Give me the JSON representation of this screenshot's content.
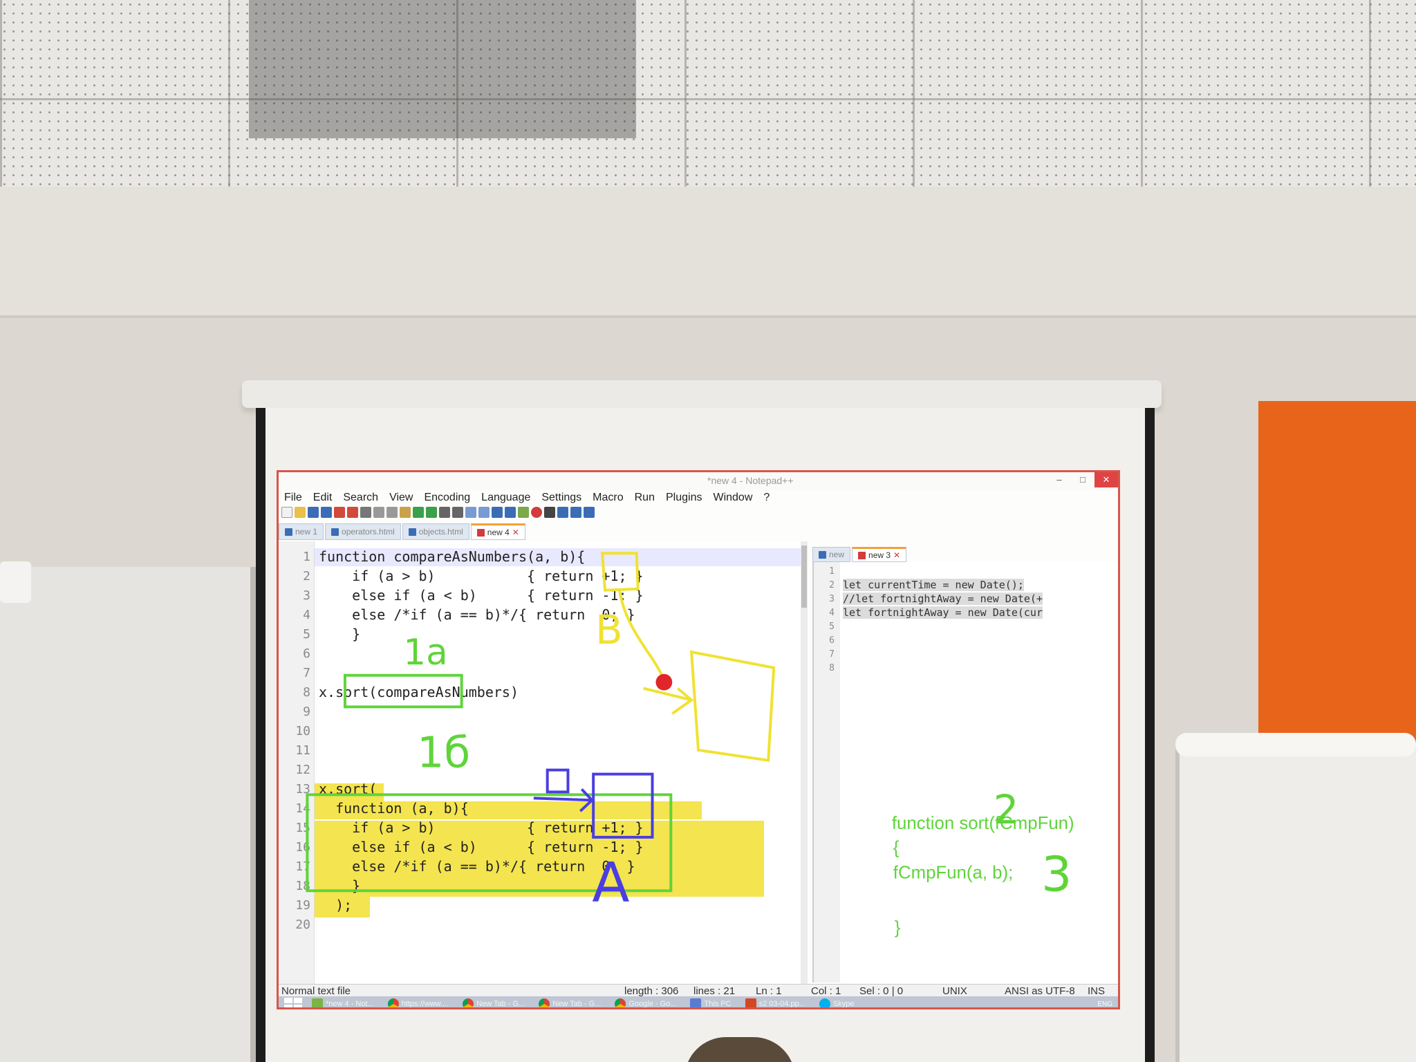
{
  "app": {
    "title": "*new 4 - Notepad++",
    "menu": [
      "File",
      "Edit",
      "Search",
      "View",
      "Encoding",
      "Language",
      "Settings",
      "Macro",
      "Run",
      "Plugins",
      "Window",
      "?"
    ],
    "tabs": [
      "new 1",
      "operators.html",
      "objects.html",
      "new 4"
    ],
    "right_tabs": [
      "new",
      "new 3"
    ],
    "window_controls": [
      "–",
      "□",
      "✕"
    ]
  },
  "editor_left": {
    "line_numbers": [
      "1",
      "2",
      "3",
      "4",
      "5",
      "6",
      "7",
      "8",
      "9",
      "10",
      "11",
      "12",
      "13",
      "14",
      "15",
      "16",
      "17",
      "18",
      "19",
      "20"
    ],
    "lines": [
      "function compareAsNumbers(a, b){",
      "    if (a > b)           { return +1; }",
      "    else if (a < b)      { return -1; }",
      "    else /*if (a == b)*/{ return  0; }",
      "    }",
      "",
      "",
      "x.sort(compareAsNumbers)",
      "",
      "",
      "",
      "",
      "x.sort(",
      "  function (a, b){",
      "    if (a > b)           { return +1; }",
      "    else if (a < b)      { return -1; }",
      "    else /*if (a == b)*/{ return  0; }",
      "    }",
      "  );",
      ""
    ]
  },
  "editor_right": {
    "line_numbers": [
      "1",
      "2",
      "3",
      "4",
      "5",
      "6",
      "7",
      "8"
    ],
    "lines": [
      "",
      "let currentTime = new Date();",
      "//let fortnightAway = new Date(+",
      "let fortnightAway = new Date(cur"
    ]
  },
  "status": {
    "file_type": "Normal text file",
    "length": "length : 306",
    "lines": "lines : 21",
    "ln": "Ln : 1",
    "col": "Col : 1",
    "sel": "Sel : 0 | 0",
    "eol": "UNIX",
    "encoding": "ANSI as UTF-8",
    "ins": "INS"
  },
  "taskbar": {
    "items": [
      "*new 4 - Not...",
      "https://www....",
      "New Tab - G...",
      "New Tab - G...",
      "Google - Go...",
      "This PC",
      "s2 03-04.pp...",
      "Skype"
    ],
    "tray_lang": "ENG"
  },
  "annotations": {
    "label_1a": "1a",
    "label_1b": "1б",
    "label_b": "B",
    "label_2": "2",
    "label_3": "3",
    "label_a": "A",
    "green_code_1": "function sort(fCmpFun)",
    "green_code_2": "{",
    "green_code_3": "fCmpFun(a, b);",
    "green_code_4": "}"
  },
  "colors": {
    "green_ink": "#5fd43a",
    "yellow_ink": "#f0e232",
    "blue_ink": "#4a3ee0",
    "red_dot": "#e0262a",
    "yellow_highlight": "#f4e44f"
  }
}
